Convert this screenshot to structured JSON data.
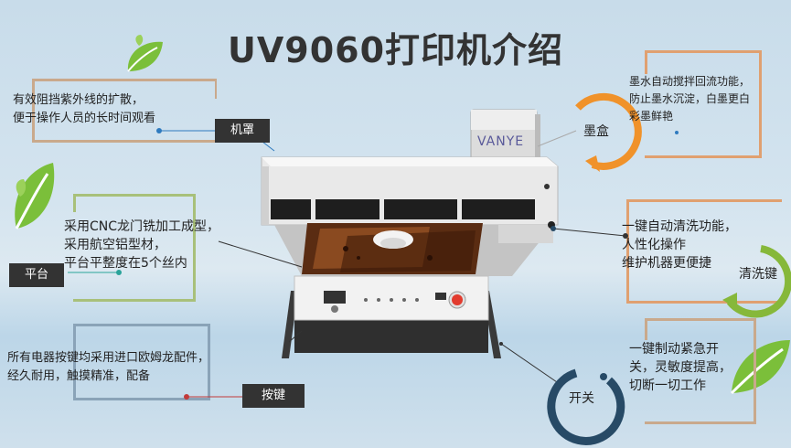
{
  "title": "UV9060打印机介绍",
  "brand": "VANYE",
  "features": {
    "hood": {
      "label": "机罩",
      "lines": [
        "有效阻挡紫外线的扩散，",
        "便于操作人员的长时间观看"
      ]
    },
    "platform": {
      "label": "平台",
      "lines": [
        "采用CNC龙门铣加工成型，",
        "采用航空铝型材，",
        "平台平整度在5个丝内"
      ]
    },
    "keys": {
      "label": "按键",
      "lines": [
        "所有电器按键均采用进口欧姆龙配件，",
        "经久耐用，触摸精准，配备"
      ]
    },
    "ink": {
      "label": "墨盒",
      "lines": [
        "墨水自动搅拌回流功能，",
        "防止墨水沉淀，白墨更白",
        "彩墨鲜艳"
      ]
    },
    "clean": {
      "label": "清洗键",
      "lines": [
        "一键自动清洗功能，",
        "人性化操作",
        "维护机器更便捷"
      ]
    },
    "switch": {
      "label": "开关",
      "lines": [
        "一键制动紧急开",
        "关，灵敏度提高，",
        "切断一切工作"
      ]
    }
  },
  "colors": {
    "hood": "#c9a98c",
    "platform": "#a8c07a",
    "keys": "#8aa3b8",
    "ink": "#e0a070",
    "clean": "#e0a070",
    "switch": "#c9a98c",
    "orange": "#f0922a",
    "green": "#86b83a",
    "navy": "#274a66",
    "leaf": "#7bbf3a"
  }
}
